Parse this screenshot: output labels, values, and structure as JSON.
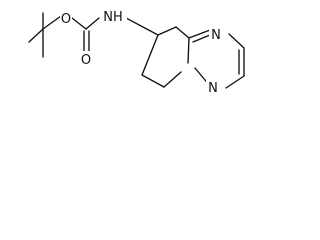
{
  "molecule": {
    "atom_labels": {
      "o_ether": "O",
      "o_carbonyl": "O",
      "nh": "NH",
      "n_imine": "N",
      "n_bridge": "N"
    }
  },
  "colors": {
    "ink": "#111111",
    "background": "#ffffff"
  }
}
